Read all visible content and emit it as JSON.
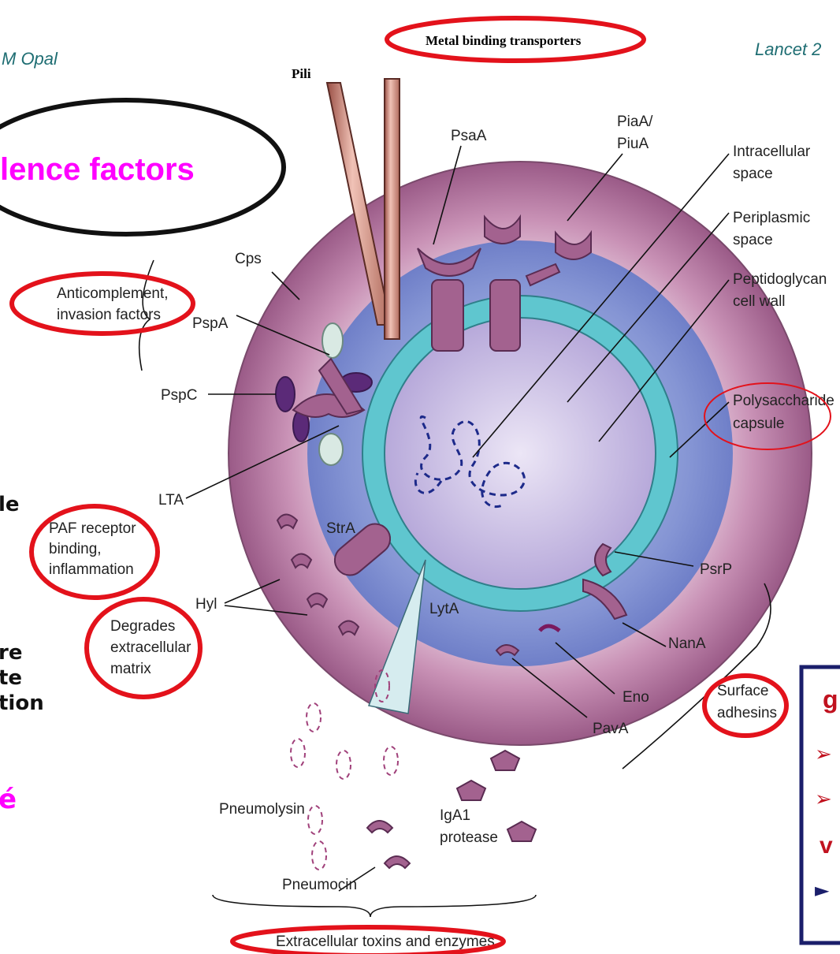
{
  "header": {
    "author": "M Opal",
    "journal": "Lancet 2"
  },
  "title": "lence factors",
  "side_text": {
    "line1": "le",
    "line2": "re",
    "line3": "te",
    "line4": "tion",
    "pink": "é"
  },
  "callout_box": {
    "line1": "g",
    "line2": "",
    "line3": "",
    "line4": "v",
    "line5": ""
  },
  "labels": {
    "metal_binding": "Metal binding transporters",
    "pili": "Pili",
    "psaa": "PsaA",
    "piaa1": "PiaA/",
    "piaa2": "PiuA",
    "intracellular1": "Intracellular",
    "intracellular2": "space",
    "periplasmic1": "Periplasmic",
    "periplasmic2": "space",
    "peptidoglycan1": "Peptidoglycan",
    "peptidoglycan2": "cell wall",
    "cps": "Cps",
    "anticomplement1": "Anticomplement,",
    "anticomplement2": "invasion factors",
    "pspa": "PspA",
    "pspc": "PspC",
    "polysaccharide1": "Polysaccharide",
    "polysaccharide2": "capsule",
    "lta": "LTA",
    "paf1": "PAF receptor",
    "paf2": "binding,",
    "paf3": "inflammation",
    "stra": "StrA",
    "lyta": "LytA",
    "psrp": "PsrP",
    "hyl": "Hyl",
    "degrades1": "Degrades",
    "degrades2": "extracellular",
    "degrades3": "matrix",
    "nana": "NanA",
    "eno": "Eno",
    "pava": "PavA",
    "surface1": "Surface",
    "surface2": "adhesins",
    "pneumolysin": "Pneumolysin",
    "iga1": "IgA1",
    "iga2": "protease",
    "pneumocin": "Pneumocin",
    "extracellular": "Extracellular toxins and enzymes"
  },
  "colors": {
    "capsule": "#a3628f",
    "periplasm": "#7f8fd0",
    "wall": "#5fc6cf",
    "cytoplasm": "#b3a6d8",
    "highlight": "#e3121b",
    "accent": "#ff00ff",
    "box_border": "#1b1f6b"
  }
}
